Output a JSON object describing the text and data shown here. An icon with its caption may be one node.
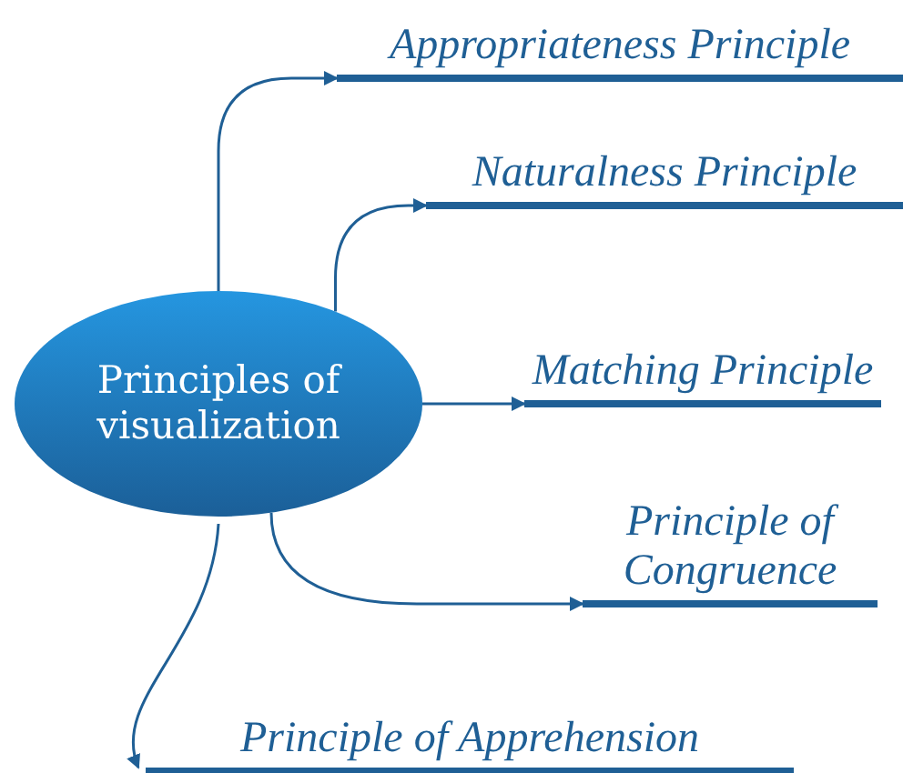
{
  "diagram": {
    "nodes": [
      {
        "text": [
          "Principles of visualization"
        ]
      },
      {
        "text": [
          "Appropriateness Principle"
        ]
      },
      {
        "text": [
          "Naturalness Principle"
        ]
      },
      {
        "text": [
          "Matching Principle"
        ]
      },
      {
        "text": [
          "Principle of Congruence"
        ]
      },
      {
        "text": [
          "Principle of Apprehension"
        ]
      }
    ],
    "edges": [
      {
        "from": 0,
        "to": 1,
        "arrow": "to"
      },
      {
        "from": 0,
        "to": 2,
        "arrow": "to"
      },
      {
        "from": 0,
        "to": 3,
        "arrow": "to"
      },
      {
        "from": 0,
        "to": 4,
        "arrow": "to"
      },
      {
        "from": 0,
        "to": 5,
        "arrow": "to"
      }
    ]
  }
}
